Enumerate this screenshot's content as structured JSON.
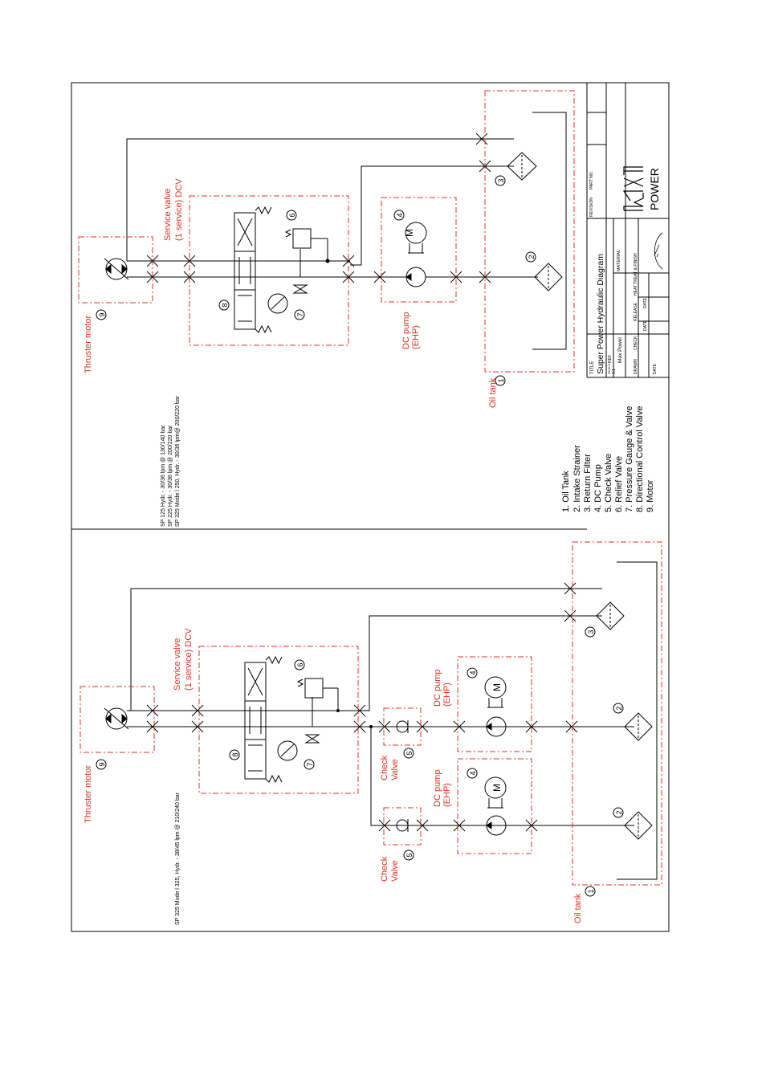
{
  "upper": {
    "spec_lines": [
      "SP 125 Hydr. - 30/36 lpm @ 130/140 bar",
      "SP 225 Hydr. - 30/36 lpm @ 200/220 bar",
      "SP 325 Mode l 250, Hydr. - 30/36 lpm@ 200/220 bar"
    ],
    "labels": {
      "thruster_motor": "Thruster motor",
      "service_valve_1": "Service valve",
      "service_valve_2": "(1 service) DCV",
      "dc_pump_1": "DC pump",
      "dc_pump_2": "(EHP)",
      "oil_tank": "Oil tank"
    },
    "numbers": [
      "1",
      "2",
      "3",
      "4",
      "6",
      "7",
      "8",
      "9"
    ],
    "motor_letter": "M"
  },
  "lower": {
    "spec_line": "SP 325 Mode l 325, Hydr. - 38/45 lpm @ 210/240 bar",
    "labels": {
      "thruster_motor": "Thruster motor",
      "service_valve_1": "Service valve",
      "service_valve_2": "(1 service) DCV",
      "dc_pump_1": "DC pump",
      "dc_pump_2": "(EHP)",
      "check_1": "Check",
      "check_2": "Valve",
      "oil_tank": "Oil tank"
    },
    "numbers": [
      "1",
      "2",
      "3",
      "4",
      "5",
      "6",
      "7",
      "8",
      "9"
    ],
    "motor_letter": "M"
  },
  "legend": [
    "1. Oil Tank",
    "2. Intake Strainer",
    "3. Return Filter",
    "4. DC Pump",
    "5. Check Valve",
    "6. Relief Valve",
    "7. Pressure Gauge & Valve",
    "8. Directional Control Valve",
    "9. Motor"
  ],
  "title_block": {
    "title_label": "TITLE",
    "title": "Super Power Hydraulic Diagram",
    "scale_label": "SCALE",
    "scale": "1:1",
    "ref_label": "REF.",
    "ref": "Max Power",
    "material_label": "MATERIAL",
    "heat_treat": "HEAT TREAT & FINISH",
    "drawn": "DRAWN",
    "check": "CHECK",
    "release": "RELEASE",
    "date_label": "DATE",
    "revision": "REVISION",
    "part_no": "PART NO.",
    "logo_word": "POWER",
    "logo_mark": "MAX"
  },
  "colors": {
    "accent": "#e0301e",
    "ink": "#000000"
  }
}
